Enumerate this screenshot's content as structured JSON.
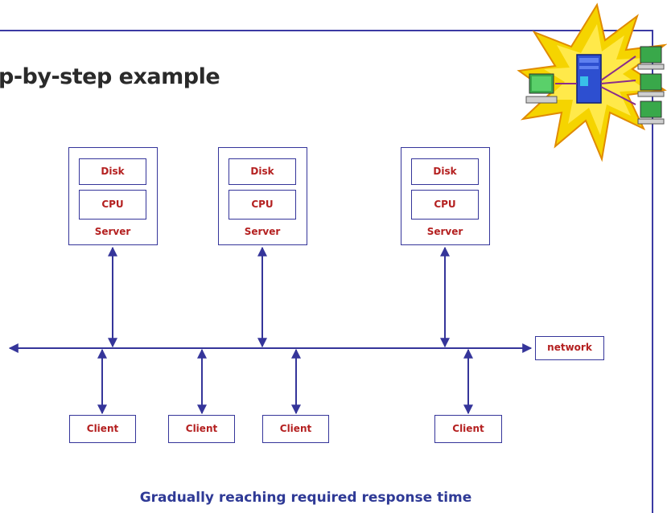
{
  "slide": {
    "title": "p-by-step example",
    "caption": "Gradually reaching required response time"
  },
  "servers": [
    {
      "disk_label": "Disk",
      "cpu_label": "CPU",
      "name": "Server"
    },
    {
      "disk_label": "Disk",
      "cpu_label": "CPU",
      "name": "Server"
    },
    {
      "disk_label": "Disk",
      "cpu_label": "CPU",
      "name": "Server"
    }
  ],
  "clients": [
    {
      "label": "Client"
    },
    {
      "label": "Client"
    },
    {
      "label": "Client"
    },
    {
      "label": "Client"
    }
  ],
  "network": {
    "label": "network"
  },
  "logo": {
    "icon": "network-explosion-icon",
    "colors": {
      "burst": "#f5d400",
      "burst_edge": "#e08a00",
      "server": "#2d4fd0",
      "monitor": "#39a84a"
    }
  },
  "colors": {
    "frame": "#3b3aa3",
    "box_border": "#35359a",
    "box_text": "#b42020",
    "caption": "#2f3a96"
  }
}
